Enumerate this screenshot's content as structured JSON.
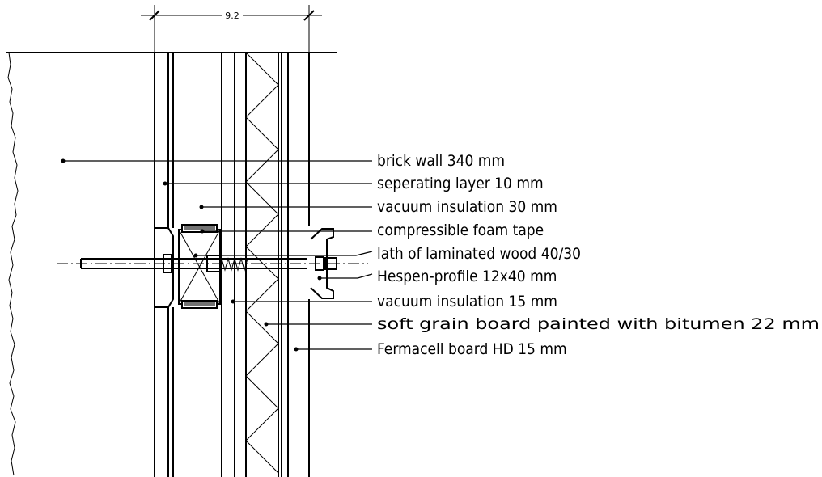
{
  "dimension": {
    "value": "9.2"
  },
  "labels": [
    {
      "id": "brick-wall",
      "text": "brick wall 340 mm"
    },
    {
      "id": "separating-layer",
      "text": "seperating layer 10 mm"
    },
    {
      "id": "vacuum-insulation-30",
      "text": "vacuum insulation 30 mm"
    },
    {
      "id": "foam-tape",
      "text": "compressible foam tape"
    },
    {
      "id": "lath",
      "text": "lath of laminated wood 40/30"
    },
    {
      "id": "hespen-profile",
      "text": "Hespen-profile 12x40 mm"
    },
    {
      "id": "vacuum-insulation-15",
      "text": "vacuum insulation 15 mm"
    },
    {
      "id": "grain-board",
      "text": "soft grain board painted with bitumen 22 mm"
    },
    {
      "id": "fermacell-board",
      "text": "Fermacell board HD 15 mm"
    }
  ]
}
